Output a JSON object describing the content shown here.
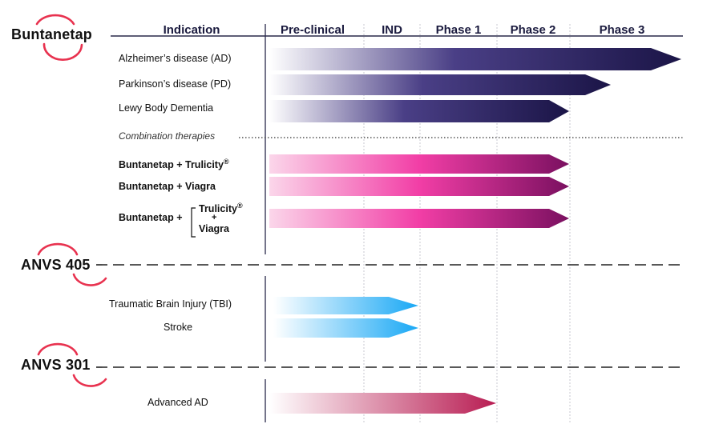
{
  "products": {
    "buntanetap": "Buntanetap",
    "anvs405": "ANVS 405",
    "anvs301": "ANVS 301"
  },
  "headers": {
    "indication": "Indication",
    "stages": [
      "Pre-clinical",
      "IND",
      "Phase 1",
      "Phase 2",
      "Phase 3"
    ]
  },
  "combination_label": "Combination therapies",
  "indications": {
    "ad": "Alzheimer’s disease (AD)",
    "pd": "Parkinson’s disease (PD)",
    "lbd": "Lewy Body Dementia",
    "trulicity_prefix": "Buntanetap + Trulicity",
    "registered": "®",
    "viagra_combo": "Buntanetap + Viagra",
    "triple_prefix": "Buntanetap +",
    "triple_trulicity": "Trulicity",
    "triple_plus": "+",
    "triple_viagra": "Viagra",
    "tbi": "Traumatic Brain Injury (TBI)",
    "stroke": "Stroke",
    "advanced_ad": "Advanced AD"
  },
  "progress": {
    "ad": "Phase 3",
    "pd": "Phase 3",
    "lbd": "Phase 2",
    "trulicity": "Phase 2",
    "viagra": "Phase 2",
    "triple": "Phase 2",
    "tbi": "IND",
    "stroke": "IND",
    "advanced_ad": "Phase 1"
  },
  "colors": {
    "buntanetap_bar": "#1b1547",
    "combo_bar": "#7a1060",
    "combo_mid": "#f23ea6",
    "anvs405_bar": "#19a8f5",
    "anvs301_bar": "#b81c52",
    "accent_arc": "#e8324f"
  }
}
